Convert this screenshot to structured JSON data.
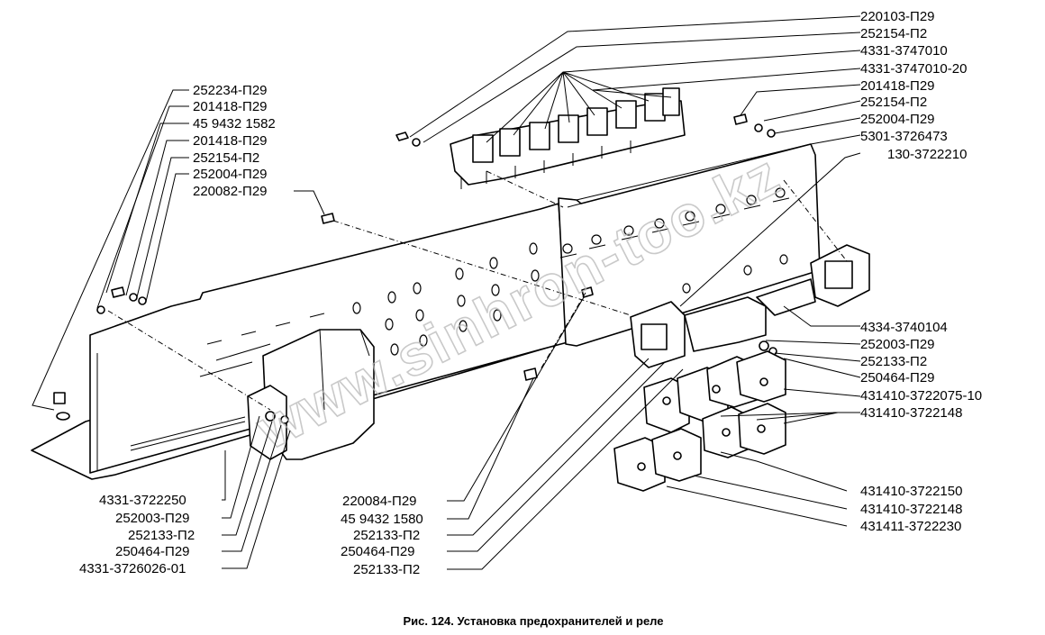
{
  "caption": "Рис. 124. Установка предохранителей и реле",
  "watermark": "www.sinhron-too.kz",
  "labels_right": [
    "220103-П29",
    "252154-П2",
    "4331-3747010",
    "4331-3747010-20",
    "201418-П29",
    "252154-П2",
    "252004-П29",
    "5301-3726473",
    "130-3722210",
    "4334-3740104",
    "252003-П29",
    "252133-П2",
    "250464-П29",
    "431410-3722075-10",
    "431410-3722148",
    "431410-3722150",
    "431410-3722148",
    "431411-3722230"
  ],
  "labels_left": [
    "252234-П29",
    "201418-П29",
    "45 9432 1582",
    "201418-П29",
    "252154-П2",
    "252004-П29",
    "220082-П29"
  ],
  "labels_bottom_left": [
    "4331-3722250",
    "252003-П29",
    "252133-П2",
    "250464-П29",
    "4331-3726026-01"
  ],
  "labels_bottom_center": [
    "220084-П29",
    "45 9432 1580",
    "252133-П2",
    "250464-П29",
    "252133-П2"
  ]
}
